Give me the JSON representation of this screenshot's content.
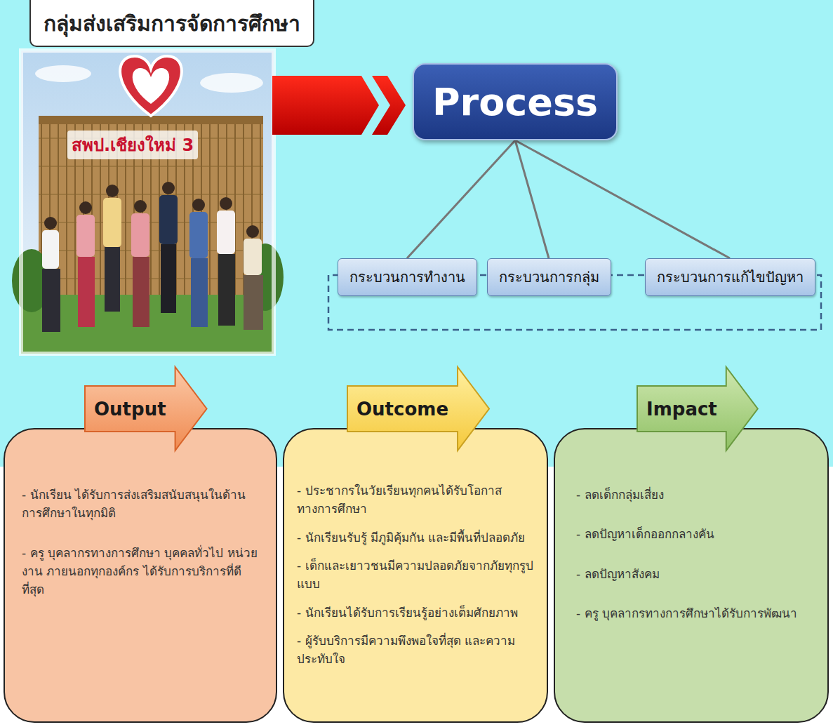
{
  "diagram": {
    "title": "กลุ่มส่งเสริมการจัดการศึกษา",
    "nodes": [
      {
        "text": [
          "Process"
        ]
      },
      {
        "text": [
          "กระบวนการทำงาน"
        ]
      },
      {
        "text": [
          "กระบวนการกลุ่ม"
        ]
      },
      {
        "text": [
          "กระบวนการแก้ไขปัญหา"
        ]
      },
      {
        "text": [
          "Output"
        ]
      },
      {
        "text": [
          "Outcome"
        ]
      },
      {
        "text": [
          "Impact"
        ]
      },
      {
        "text": [
          "- นักเรียน ได้รับการส่งเสริมสนับสนุนในด้าน การศึกษาในทุกมิติ",
          "- ครู บุคลากรทางการศึกษา บุคคลทั่วไป หน่วยงาน ภายนอกทุกองค์กร ได้รับการบริการที่ดีที่สุด"
        ]
      },
      {
        "text": [
          "- ประชากรในวัยเรียนทุกคนได้รับโอกาสทางการศึกษา",
          "- นักเรียนรับรู้ มีภูมิคุ้มกัน และมีพื้นที่ปลอดภัย",
          "- เด็กและเยาวชนมีความปลอดภัยจากภัยทุกรูปแบบ",
          "- นักเรียนได้รับการเรียนรู้อย่างเต็มศักยภาพ",
          "- ผู้รับบริการมีความพึงพอใจที่สุด และความประทับใจ"
        ]
      },
      {
        "text": [
          "- ลดเด็กกลุ่มเสี่ยง",
          "- ลดปัญหาเด็กออกกลางคัน",
          "- ลดปัญหาสังคม",
          "- ครู บุคลากรทางการศึกษาได้รับการพัฒนา"
        ]
      }
    ],
    "edges": [
      {
        "from": 0,
        "to": 1,
        "arrow": "none"
      },
      {
        "from": 0,
        "to": 2,
        "arrow": "none"
      },
      {
        "from": 0,
        "to": 3,
        "arrow": "none"
      }
    ],
    "labels": [
      "สพป.เชียงใหม่ 3"
    ]
  }
}
